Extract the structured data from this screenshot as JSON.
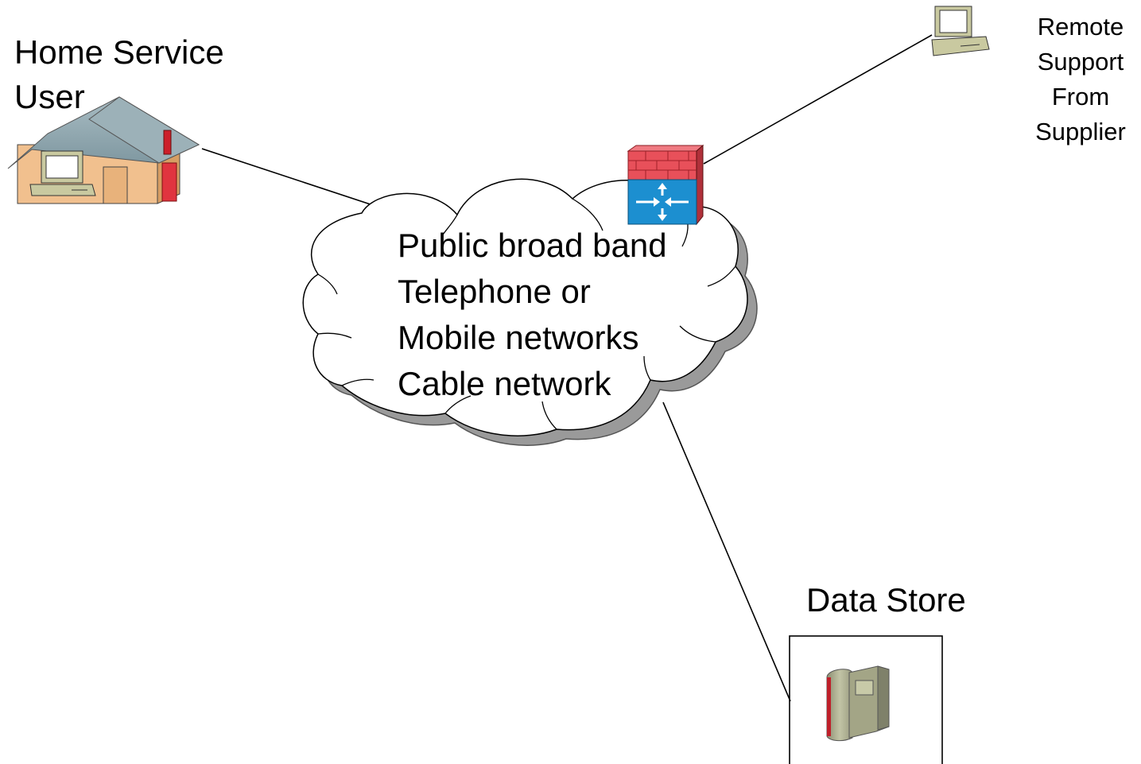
{
  "nodes": {
    "home_user": {
      "label_lines": [
        "Home Service",
        "User"
      ],
      "icon": "house-with-computer-icon"
    },
    "remote_support": {
      "label_lines": [
        "Remote",
        "Support",
        "From",
        "Supplier"
      ],
      "icon": "desktop-computer-icon"
    },
    "network": {
      "label_lines": [
        "Public broad band",
        "Telephone or",
        "Mobile networks",
        "Cable network"
      ],
      "icon": "cloud-icon"
    },
    "firewall": {
      "icon": "firewall-router-icon"
    },
    "data_store": {
      "label": "Data Store",
      "icon": "server-icon"
    }
  },
  "colors": {
    "line": "#000000",
    "cloud_fill": "#ffffff",
    "cloud_shadow": "#9a9a9a",
    "firewall_brick": "#e8505a",
    "firewall_base": "#1c8fd0",
    "house_wall": "#f1c08e",
    "house_roof": "#8aa4ad",
    "computer_beige": "#c9c9a0",
    "server_body": "#a3a586"
  }
}
